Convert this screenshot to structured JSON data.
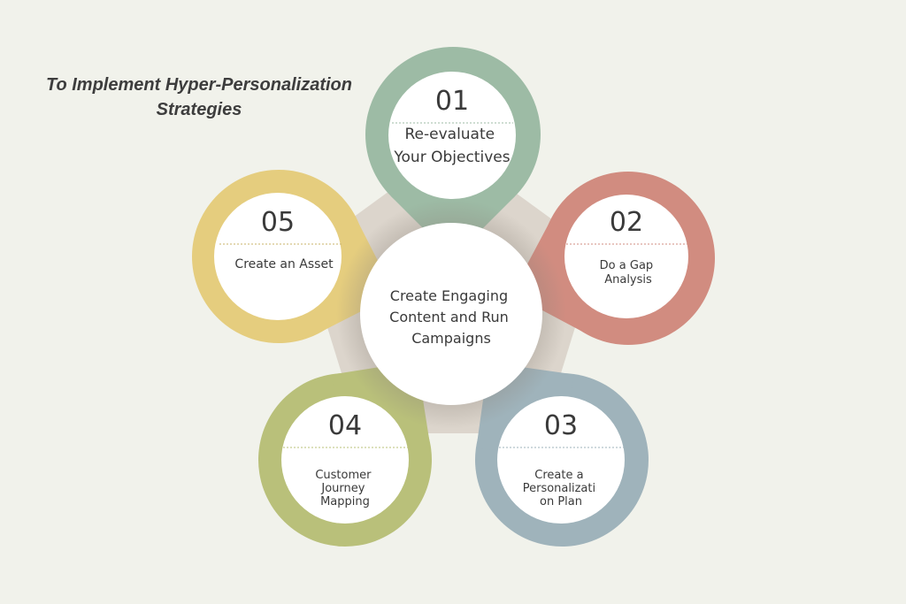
{
  "title": {
    "line1": "To  Implement Hyper-Personalization",
    "line2": "Strategies"
  },
  "center": {
    "lines": [
      "Create Engaging",
      "Content and Run",
      "Campaigns"
    ]
  },
  "steps": [
    {
      "number": "01",
      "lines": [
        "Re-evaluate",
        "Your Objectives"
      ],
      "color": "#9dbba5"
    },
    {
      "number": "02",
      "lines": [
        "Do a Gap",
        "Analysis"
      ],
      "color": "#d18c80"
    },
    {
      "number": "03",
      "lines": [
        "Create a",
        "Personalizati",
        "on Plan"
      ],
      "color": "#9fb3bb"
    },
    {
      "number": "04",
      "lines": [
        "Customer",
        "Journey",
        "Mapping"
      ],
      "color": "#b9c07a"
    },
    {
      "number": "05",
      "lines": [
        "Create an Asset"
      ],
      "color": "#e5cd7e"
    }
  ]
}
